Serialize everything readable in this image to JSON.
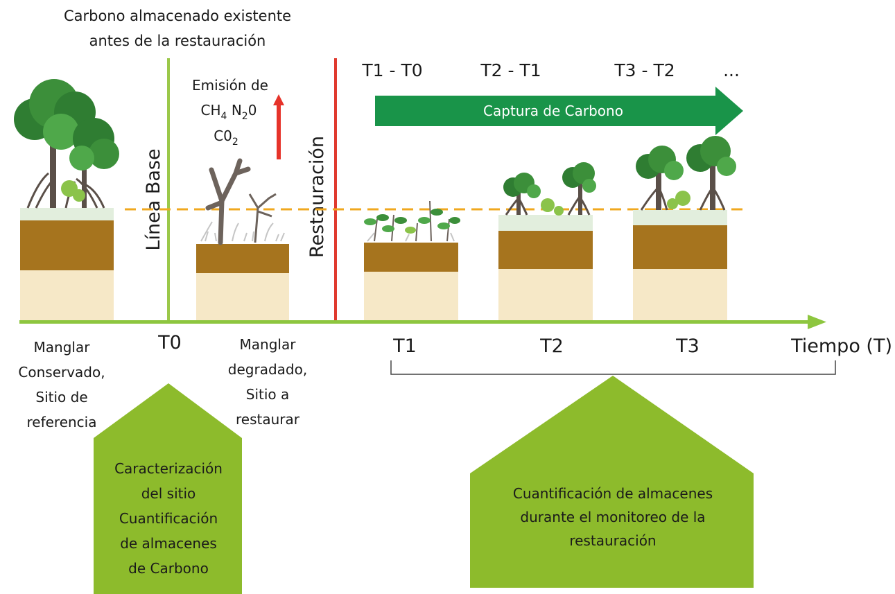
{
  "header": {
    "line1": "Carbono almacenado existente",
    "line2": "antes de la restauración"
  },
  "emission": {
    "line1": "Emisión de",
    "line2_a": "CH",
    "line2_a_sub": "4",
    "line2_b": " N",
    "line2_b_sub": "2",
    "line2_c": "0",
    "line3": "C0",
    "line3_sub": "2"
  },
  "vertical_labels": {
    "baseline": "Línea Base",
    "restoration": "Restauración"
  },
  "intervals": [
    "T1 - T0",
    "T2 - T1",
    "T3 - T2",
    "..."
  ],
  "capture_label": "Captura de Carbono",
  "time_ticks": [
    "T0",
    "T1",
    "T2",
    "T3"
  ],
  "time_axis_label": "Tiempo (T)",
  "sites": {
    "reference": [
      "Manglar",
      "Conservado,",
      "Sitio de",
      "referencia"
    ],
    "degraded": [
      "Manglar",
      "degradado,",
      "Sitio a",
      "restaurar"
    ]
  },
  "callouts": {
    "left": [
      "Caracterización",
      "del sitio",
      "Cuantificación",
      "de almacenes",
      "de Carbono"
    ],
    "right": [
      "Cuantificación de almacenes",
      "durante el monitoreo de la",
      "restauración"
    ]
  },
  "colors": {
    "timeline_green": "#8dc63f",
    "baseline_green": "#9bc84a",
    "restoration_red": "#e03a2f",
    "capture_arrow": "#199449",
    "emission_arrow": "#e6332a",
    "dashed_line": "#f0a81f",
    "soil_dark": "#a6741e",
    "soil_light": "#f6e8c7",
    "soil_top": "#e2eedd",
    "callout_green": "#8dbb2c",
    "tree_dark": "#2f7d32",
    "tree_light": "#4fa84a",
    "trunk": "#5a4f48"
  }
}
